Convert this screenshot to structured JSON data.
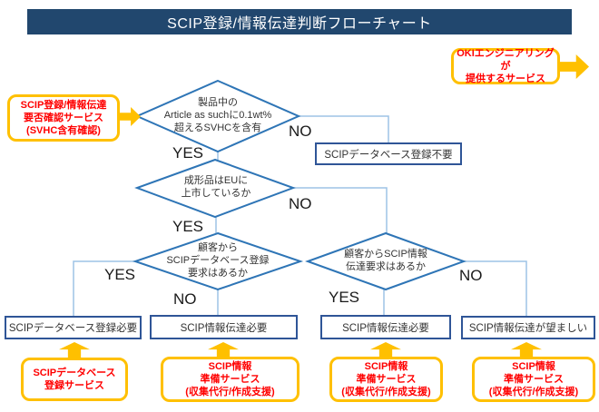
{
  "title": "SCIP登録/情報伝達判断フローチャート",
  "labels": {
    "yes": "YES",
    "no": "NO"
  },
  "callouts": {
    "provider": {
      "line1": "OKIエンジニアリングが",
      "line2": "提供するサービス"
    },
    "check": {
      "line1": "SCIP登録/情報伝達",
      "line2": "要否確認サービス",
      "line3": "(SVHC含有確認)"
    },
    "register": {
      "line1": "SCIPデータベース",
      "line2": "登録サービス"
    },
    "prep": {
      "line1": "SCIP情報",
      "line2": "準備サービス",
      "line3": "(収集代行/作成支援)"
    }
  },
  "decisions": {
    "svhc": {
      "line1": "製品中の",
      "line2": "Article as suchに0.1wt%",
      "line3": "超えるSVHCを含有"
    },
    "eu": {
      "line1": "成形品はEUに",
      "line2": "上市しているか"
    },
    "scip_db": {
      "line1": "顧客から",
      "line2": "SCIPデータベース登録",
      "line3": "要求はあるか"
    },
    "scip_info": {
      "line1": "顧客からSCIP情報",
      "line2": "伝達要求はあるか"
    }
  },
  "results": {
    "no_registration": "SCIPデータベース登録不要",
    "registration_required": "SCIPデータベース登録必要",
    "transmission_required": "SCIP情報伝達必要",
    "transmission_desirable": "SCIP情報伝達が望ましい"
  },
  "colors": {
    "title_bar": "#21476E",
    "diamond_border": "#2E75B6",
    "box_border": "#2F5597",
    "connector": "#9DC3E6",
    "accent_orange": "#FFC000",
    "service_text": "#FF0000"
  }
}
